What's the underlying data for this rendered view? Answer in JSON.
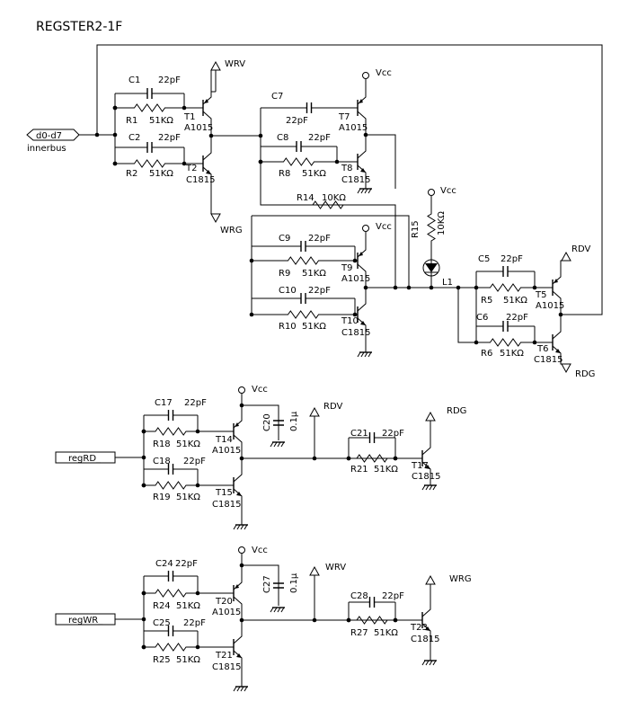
{
  "title": "REGSTER2-1F",
  "ports": {
    "data_bus": "d0-d7",
    "innerbus": "innerbus",
    "reg_rd": "regRD_",
    "reg_wr": "regWR_"
  },
  "rails": {
    "vcc": "Vcc",
    "wrv": "WRV",
    "wrg": "WRG",
    "rdv": "RDV",
    "rdg": "RDG"
  },
  "components": {
    "C1": {
      "ref": "C1",
      "value": "22pF"
    },
    "C2": {
      "ref": "C2",
      "value": "22pF"
    },
    "C5": {
      "ref": "C5",
      "value": "22pF"
    },
    "C6": {
      "ref": "C6",
      "value": "22pF"
    },
    "C7": {
      "ref": "C7",
      "value": "22pF"
    },
    "C8": {
      "ref": "C8",
      "value": "22pF"
    },
    "C9": {
      "ref": "C9",
      "value": "22pF"
    },
    "C10": {
      "ref": "C10",
      "value": "22pF"
    },
    "C17": {
      "ref": "C17",
      "value": "22pF"
    },
    "C18": {
      "ref": "C18",
      "value": "22pF"
    },
    "C20": {
      "ref": "C20",
      "value": "0.1μ"
    },
    "C21": {
      "ref": "C21",
      "value": "22pF"
    },
    "C24": {
      "ref": "C24",
      "value": "22pF"
    },
    "C25": {
      "ref": "C25",
      "value": "22pF"
    },
    "C27": {
      "ref": "C27",
      "value": "0.1μ"
    },
    "C28": {
      "ref": "C28",
      "value": "22pF"
    },
    "R1": {
      "ref": "R1",
      "value": "51KΩ"
    },
    "R2": {
      "ref": "R2",
      "value": "51KΩ"
    },
    "R5": {
      "ref": "R5",
      "value": "51KΩ"
    },
    "R6": {
      "ref": "R6",
      "value": "51KΩ"
    },
    "R8": {
      "ref": "R8",
      "value": "51KΩ"
    },
    "R9": {
      "ref": "R9",
      "value": "51KΩ"
    },
    "R10": {
      "ref": "R10",
      "value": "51KΩ"
    },
    "R14": {
      "ref": "R14",
      "value": "10KΩ"
    },
    "R15": {
      "ref": "R15",
      "value": "10KΩ"
    },
    "R18": {
      "ref": "R18",
      "value": "51KΩ"
    },
    "R19": {
      "ref": "R19",
      "value": "51KΩ"
    },
    "R21": {
      "ref": "R21",
      "value": "51KΩ"
    },
    "R24": {
      "ref": "R24",
      "value": "51KΩ"
    },
    "R25": {
      "ref": "R25",
      "value": "51KΩ"
    },
    "R27": {
      "ref": "R27",
      "value": "51KΩ"
    },
    "L1": {
      "ref": "L1"
    },
    "T1": {
      "ref": "T1",
      "part": "A1015"
    },
    "T2": {
      "ref": "T2",
      "part": "C1815"
    },
    "T5": {
      "ref": "T5",
      "part": "A1015"
    },
    "T6": {
      "ref": "T6",
      "part": "C1815"
    },
    "T7": {
      "ref": "T7",
      "part": "A1015"
    },
    "T8": {
      "ref": "T8",
      "part": "C1815"
    },
    "T9": {
      "ref": "T9",
      "part": "A1015"
    },
    "T10": {
      "ref": "T10",
      "part": "C1815"
    },
    "T14": {
      "ref": "T14",
      "part": "A1015"
    },
    "T15": {
      "ref": "T15",
      "part": "C1815"
    },
    "T17": {
      "ref": "T17",
      "part": "C1815"
    },
    "T20": {
      "ref": "T20",
      "part": "A1015"
    },
    "T21": {
      "ref": "T21",
      "part": "C1815"
    },
    "T23": {
      "ref": "T23",
      "part": "C1815"
    }
  }
}
